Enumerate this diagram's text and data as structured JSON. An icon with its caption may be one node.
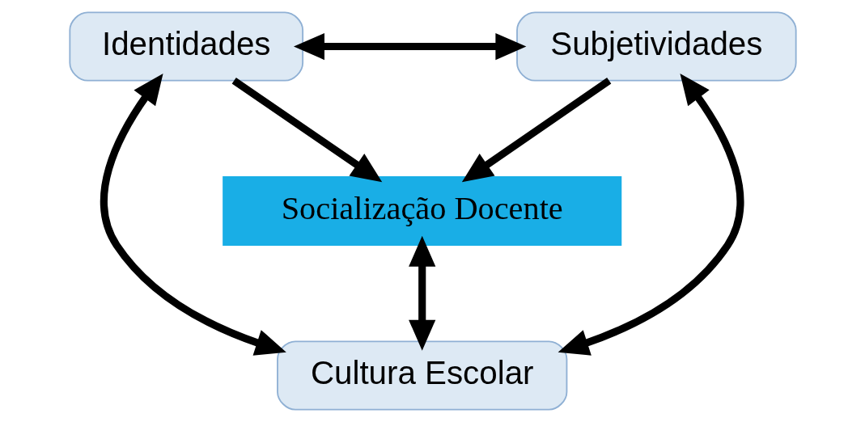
{
  "diagram": {
    "nodes": [
      {
        "text": [
          "Identidades"
        ]
      },
      {
        "text": [
          "Subjetividades"
        ]
      },
      {
        "text": [
          "Socialização Docente"
        ]
      },
      {
        "text": [
          "Cultura Escolar"
        ]
      }
    ],
    "edges": [
      {
        "from": 0,
        "to": 1,
        "arrow": "both"
      },
      {
        "from": 0,
        "to": 2,
        "arrow": "to"
      },
      {
        "from": 1,
        "to": 2,
        "arrow": "to"
      },
      {
        "from": 2,
        "to": 3,
        "arrow": "both"
      },
      {
        "from": 3,
        "to": 0,
        "arrow": "both"
      },
      {
        "from": 3,
        "to": 1,
        "arrow": "both"
      }
    ]
  }
}
